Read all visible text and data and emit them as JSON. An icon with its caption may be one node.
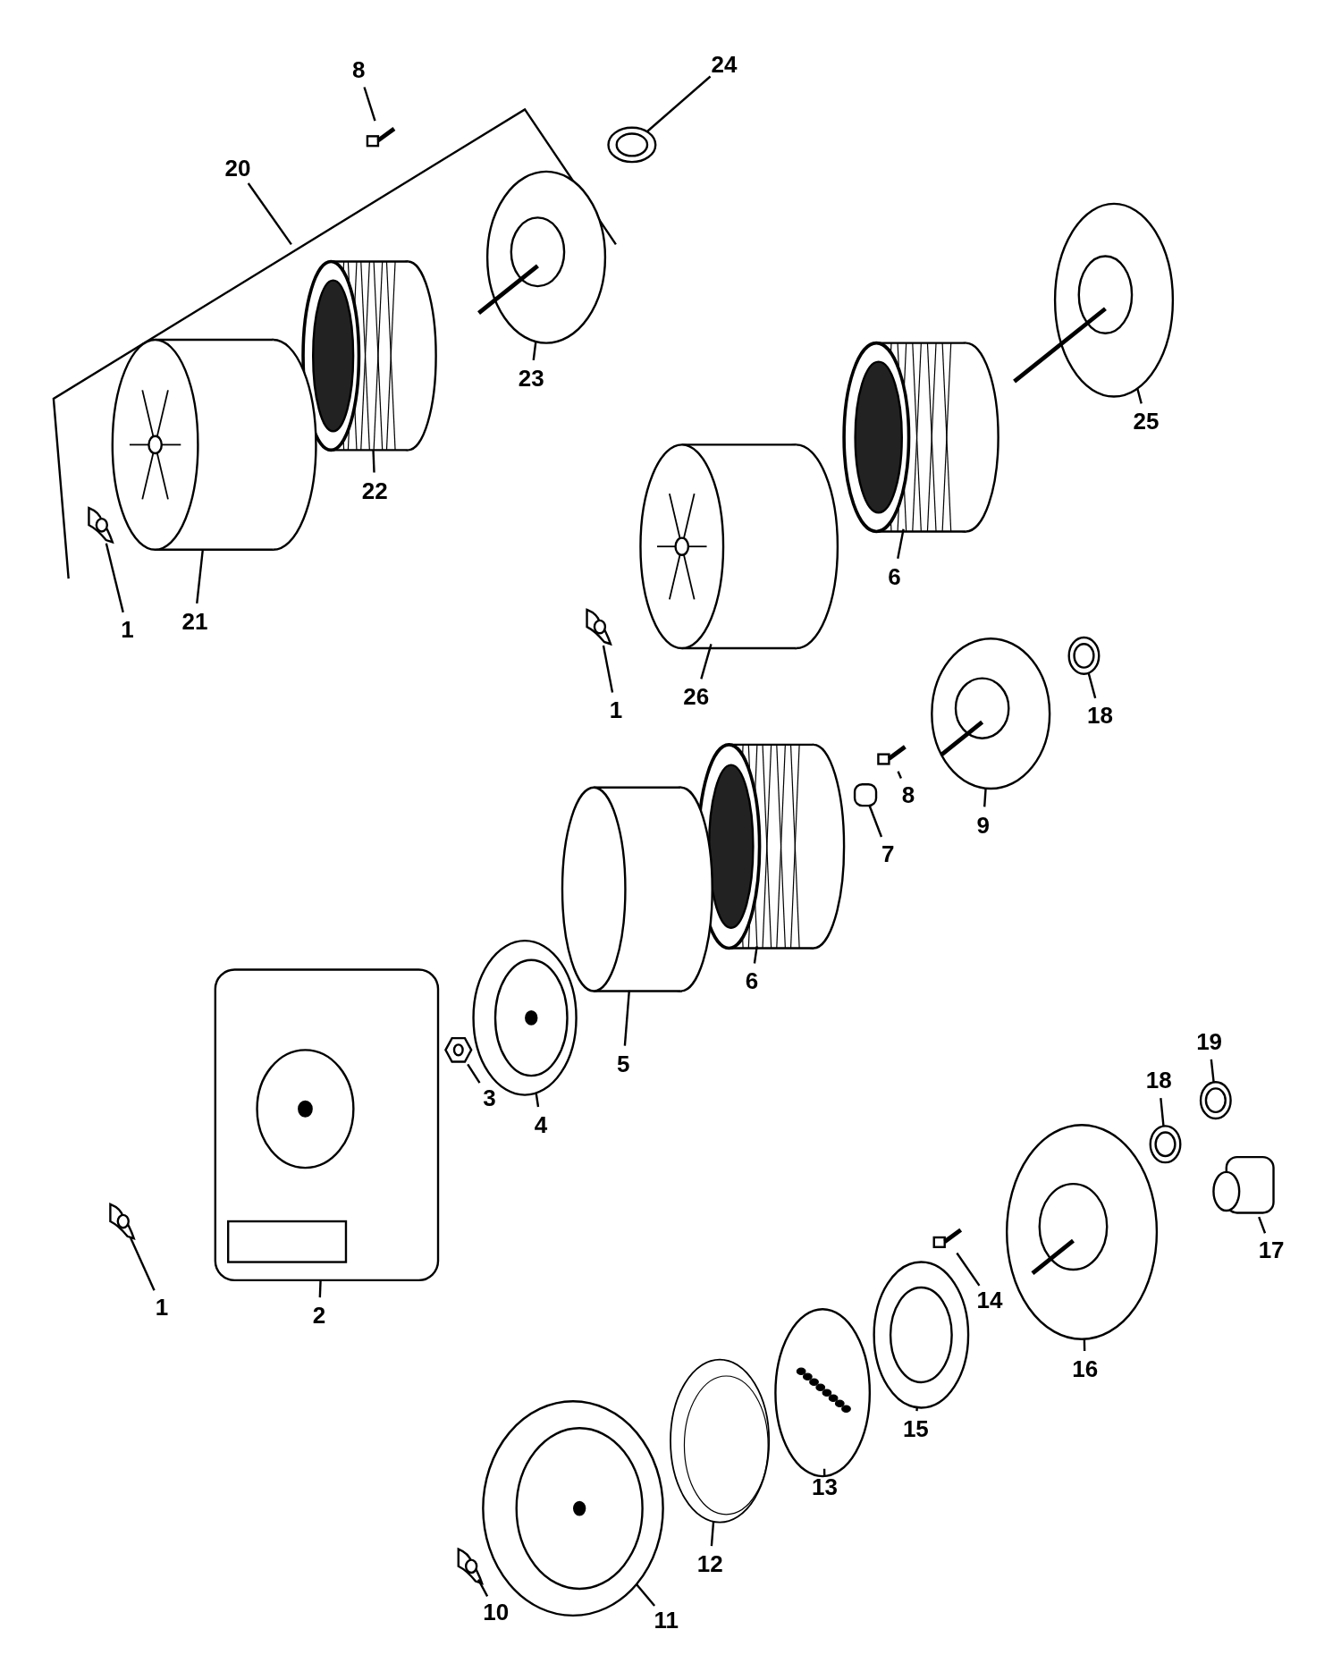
{
  "diagram": {
    "nodes": [
      {
        "text": [
          "8"
        ]
      },
      {
        "text": [],
        "shape": "picture"
      },
      {
        "text": [
          "24"
        ]
      },
      {
        "text": [],
        "shape": "picture"
      },
      {
        "text": [
          "20"
        ]
      },
      {
        "text": [
          "23"
        ]
      },
      {
        "text": [],
        "shape": "picture"
      },
      {
        "text": [
          "22"
        ]
      },
      {
        "text": [],
        "shape": "picture"
      },
      {
        "text": [
          "21"
        ]
      },
      {
        "text": [],
        "shape": "picture"
      },
      {
        "text": [
          "1"
        ]
      },
      {
        "text": [],
        "shape": "picture"
      },
      {
        "text": [
          "25"
        ]
      },
      {
        "text": [],
        "shape": "picture"
      },
      {
        "text": [
          "6"
        ]
      },
      {
        "text": [],
        "shape": "picture"
      },
      {
        "text": [
          "26"
        ]
      },
      {
        "text": [],
        "shape": "picture"
      },
      {
        "text": [
          "1"
        ]
      },
      {
        "text": [],
        "shape": "picture"
      },
      {
        "text": [
          "18"
        ]
      },
      {
        "text": [],
        "shape": "picture"
      },
      {
        "text": [
          "8"
        ]
      },
      {
        "text": [],
        "shape": "picture"
      },
      {
        "text": [
          "9"
        ]
      },
      {
        "text": [],
        "shape": "picture"
      },
      {
        "text": [
          "7"
        ]
      },
      {
        "text": [],
        "shape": "box"
      },
      {
        "text": [
          "6"
        ]
      },
      {
        "text": [],
        "shape": "picture"
      },
      {
        "text": [
          "5"
        ]
      },
      {
        "text": [],
        "shape": "picture"
      },
      {
        "text": [
          "3"
        ]
      },
      {
        "text": [],
        "shape": "picture"
      },
      {
        "text": [
          "4"
        ]
      },
      {
        "text": [],
        "shape": "picture"
      },
      {
        "text": [
          "2"
        ]
      },
      {
        "text": [],
        "shape": "picture"
      },
      {
        "text": [
          "1"
        ]
      },
      {
        "text": [],
        "shape": "picture"
      },
      {
        "text": [
          "19"
        ]
      },
      {
        "text": [],
        "shape": "picture"
      },
      {
        "text": [
          "18"
        ]
      },
      {
        "text": [],
        "shape": "picture"
      },
      {
        "text": [
          "17"
        ]
      },
      {
        "text": [],
        "shape": "cylinder"
      },
      {
        "text": [
          "14"
        ]
      },
      {
        "text": [],
        "shape": "picture"
      },
      {
        "text": [
          "16"
        ]
      },
      {
        "text": [],
        "shape": "picture"
      },
      {
        "text": [
          "15"
        ]
      },
      {
        "text": [],
        "shape": "picture"
      },
      {
        "text": [
          "13"
        ]
      },
      {
        "text": [],
        "shape": "picture"
      },
      {
        "text": [
          "12"
        ]
      },
      {
        "text": [],
        "shape": "picture"
      },
      {
        "text": [
          "11"
        ]
      },
      {
        "text": [],
        "shape": "picture"
      },
      {
        "text": [
          "10"
        ]
      },
      {
        "text": [],
        "shape": "picture"
      }
    ],
    "edges": [
      {
        "from": 0,
        "to": 1,
        "arrow": "none"
      },
      {
        "from": 2,
        "to": 3,
        "arrow": "none"
      },
      {
        "from": 4,
        "to": null,
        "arrow": "none"
      },
      {
        "from": 5,
        "to": 6,
        "arrow": "none"
      },
      {
        "from": 7,
        "to": 8,
        "arrow": "none"
      },
      {
        "from": 9,
        "to": 10,
        "arrow": "none"
      },
      {
        "from": 11,
        "to": 12,
        "arrow": "none"
      },
      {
        "from": 13,
        "to": 14,
        "arrow": "none"
      },
      {
        "from": 15,
        "to": 16,
        "arrow": "none"
      },
      {
        "from": 17,
        "to": 18,
        "arrow": "none"
      },
      {
        "from": 19,
        "to": 20,
        "arrow": "none"
      },
      {
        "from": 21,
        "to": 22,
        "arrow": "none"
      },
      {
        "from": 23,
        "to": 24,
        "arrow": "none"
      },
      {
        "from": 25,
        "to": 26,
        "arrow": "none"
      },
      {
        "from": 27,
        "to": 28,
        "arrow": "none"
      },
      {
        "from": 29,
        "to": 30,
        "arrow": "none"
      },
      {
        "from": 31,
        "to": 32,
        "arrow": "none"
      },
      {
        "from": 33,
        "to": 34,
        "arrow": "none"
      },
      {
        "from": 35,
        "to": 36,
        "arrow": "none"
      },
      {
        "from": 37,
        "to": 38,
        "arrow": "none"
      },
      {
        "from": 39,
        "to": 40,
        "arrow": "none"
      },
      {
        "from": 41,
        "to": 42,
        "arrow": "none"
      },
      {
        "from": 43,
        "to": 44,
        "arrow": "none"
      },
      {
        "from": 45,
        "to": 46,
        "arrow": "none"
      },
      {
        "from": 47,
        "to": 48,
        "arrow": "none"
      },
      {
        "from": 49,
        "to": 50,
        "arrow": "none"
      },
      {
        "from": 51,
        "to": 52,
        "arrow": "none"
      },
      {
        "from": 53,
        "to": 54,
        "arrow": "none"
      },
      {
        "from": 55,
        "to": 56,
        "arrow": "none"
      },
      {
        "from": 57,
        "to": 58,
        "arrow": "none"
      },
      {
        "from": 59,
        "to": 60,
        "arrow": "none"
      }
    ]
  }
}
